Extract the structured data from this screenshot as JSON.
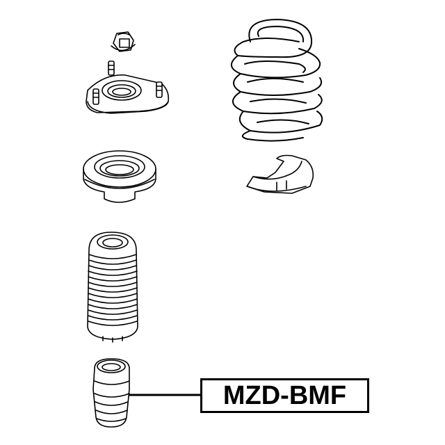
{
  "diagram": {
    "type": "exploded-parts-view",
    "components": [
      {
        "id": "nut",
        "name": "Mount Nut"
      },
      {
        "id": "strut-mount",
        "name": "Strut Top Mount"
      },
      {
        "id": "coil-spring",
        "name": "Coil Spring"
      },
      {
        "id": "bearing",
        "name": "Strut Bearing / Seat"
      },
      {
        "id": "spring-seat",
        "name": "Lower Spring Insulator"
      },
      {
        "id": "dust-boot",
        "name": "Dust Boot"
      },
      {
        "id": "bump-stop",
        "name": "Bump Stop"
      }
    ],
    "callout": {
      "label": "MZD-BMF",
      "points_to": "bump-stop"
    }
  },
  "colors": {
    "line": "#000000",
    "background": "#ffffff"
  }
}
